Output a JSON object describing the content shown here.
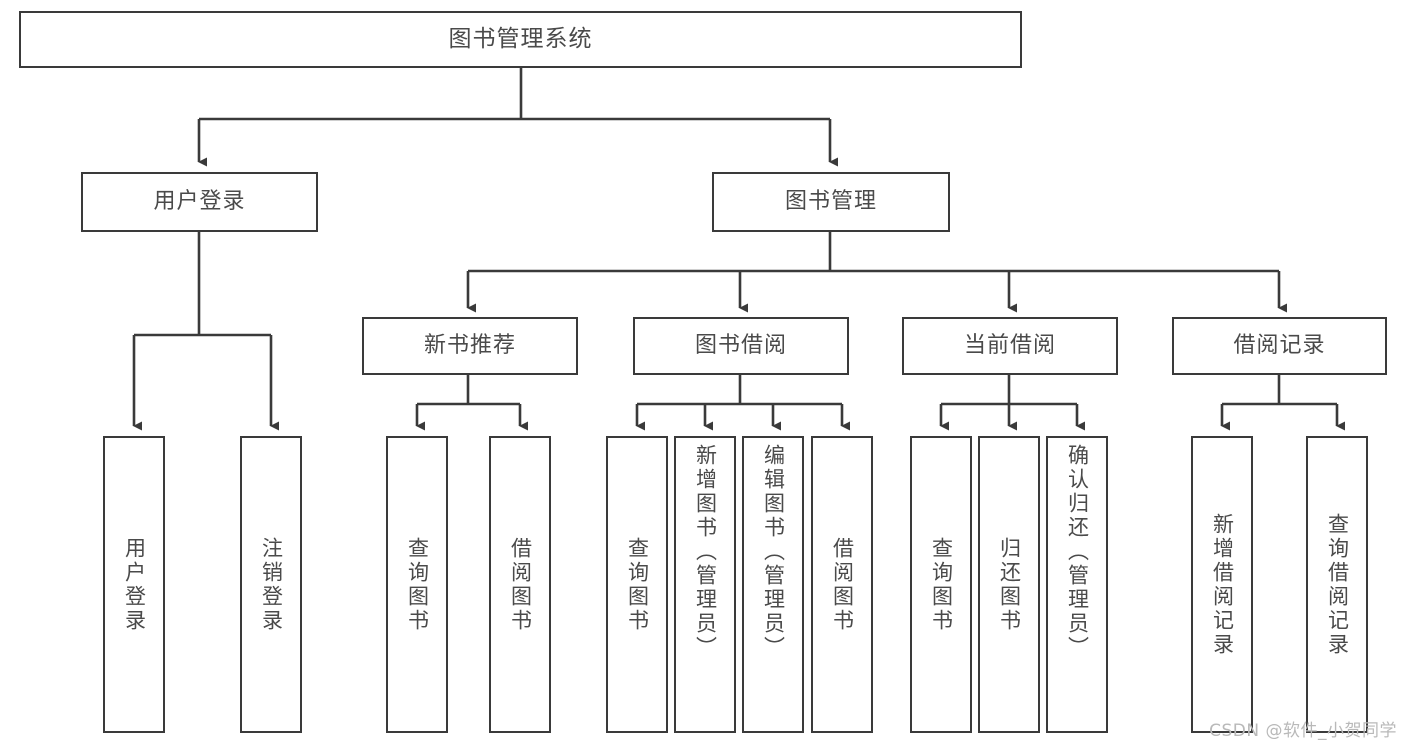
{
  "diagram": {
    "title": "图书管理系统",
    "watermark": "CSDN @软件_小贺同学",
    "line_color": "#3a3a3a",
    "text_color": "#4a4a4a",
    "background_color": "#ffffff"
  },
  "nodes": {
    "root": {
      "label": "图书管理系统"
    },
    "level1": [
      {
        "id": "user-login",
        "label": "用户登录"
      },
      {
        "id": "book-manage",
        "label": "图书管理"
      }
    ],
    "level2": [
      {
        "id": "new-book-recommend",
        "label": "新书推荐"
      },
      {
        "id": "book-borrow",
        "label": "图书借阅"
      },
      {
        "id": "current-borrow",
        "label": "当前借阅"
      },
      {
        "id": "borrow-record",
        "label": "借阅记录"
      }
    ],
    "leaves": {
      "user-login": [
        {
          "id": "leaf-user-login",
          "label": "用户登录"
        },
        {
          "id": "leaf-logout",
          "label": "注销登录"
        }
      ],
      "new-book-recommend": [
        {
          "id": "leaf-query-book-1",
          "label": "查询图书"
        },
        {
          "id": "leaf-borrow-book-1",
          "label": "借阅图书"
        }
      ],
      "book-borrow": [
        {
          "id": "leaf-query-book-2",
          "label": "查询图书"
        },
        {
          "id": "leaf-add-book",
          "label": "新增图书（管理员）"
        },
        {
          "id": "leaf-edit-book",
          "label": "编辑图书（管理员）"
        },
        {
          "id": "leaf-borrow-book-2",
          "label": "借阅图书"
        }
      ],
      "current-borrow": [
        {
          "id": "leaf-query-book-3",
          "label": "查询图书"
        },
        {
          "id": "leaf-return-book",
          "label": "归还图书"
        },
        {
          "id": "leaf-confirm-return",
          "label": "确认归还（管理员）"
        }
      ],
      "borrow-record": [
        {
          "id": "leaf-add-record",
          "label": "新增借阅记录"
        },
        {
          "id": "leaf-query-record",
          "label": "查询借阅记录"
        }
      ]
    }
  }
}
